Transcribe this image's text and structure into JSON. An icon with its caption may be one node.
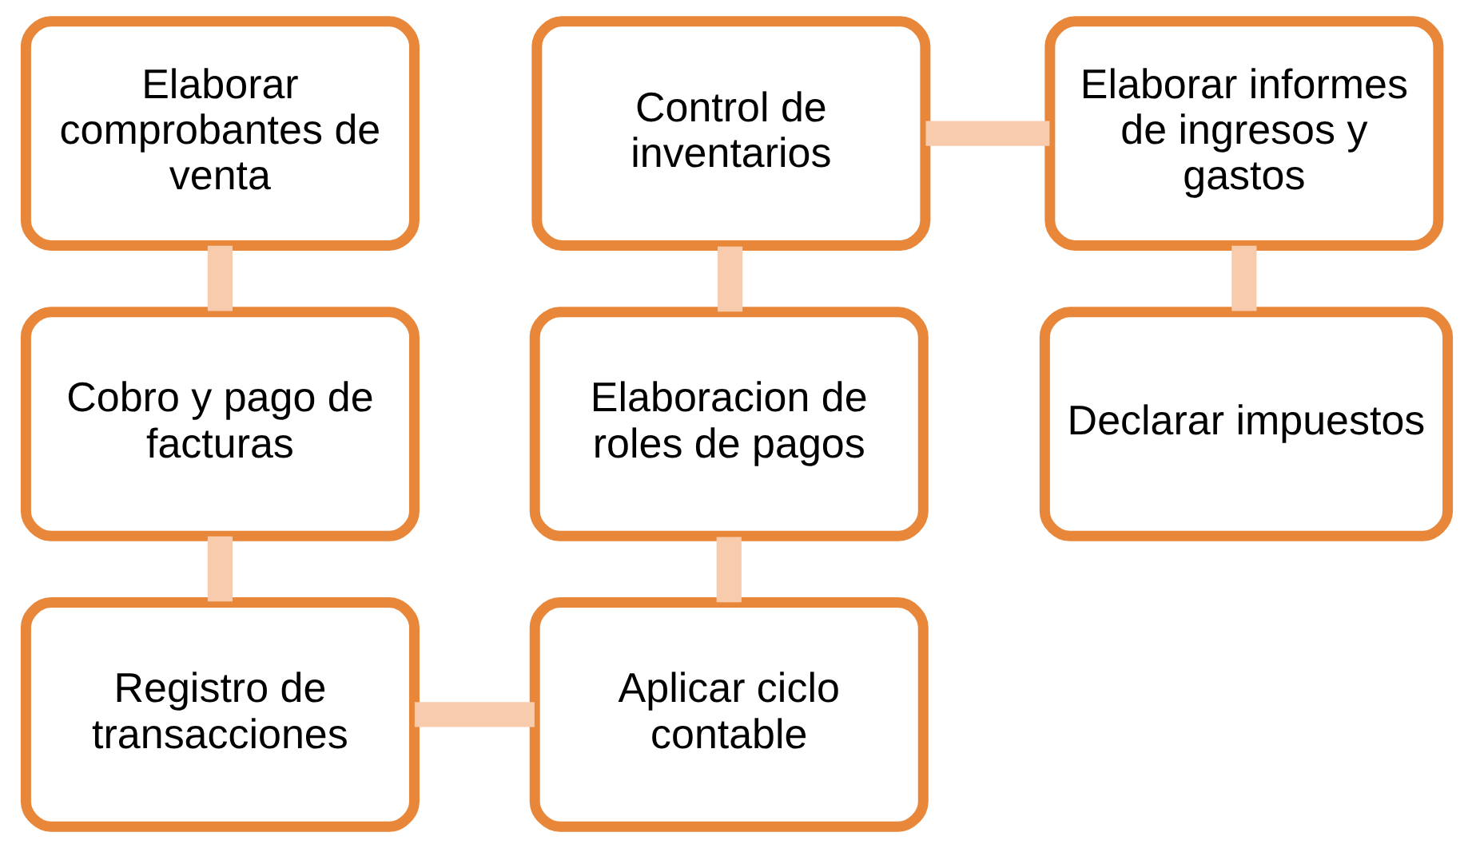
{
  "diagram": {
    "nodes": [
      {
        "text": [
          "Elaborar comprobantes de venta"
        ]
      },
      {
        "text": [
          "Cobro y pago de facturas"
        ]
      },
      {
        "text": [
          "Registro de transacciones"
        ]
      },
      {
        "text": [
          "Aplicar ciclo contable"
        ]
      },
      {
        "text": [
          "Elaboracion de roles de pagos"
        ]
      },
      {
        "text": [
          "Control de inventarios"
        ]
      },
      {
        "text": [
          "Elaborar informes de ingresos y gastos"
        ]
      },
      {
        "text": [
          "Declarar impuestos"
        ]
      }
    ],
    "edges": [
      {
        "from": 0,
        "to": 1,
        "arrow": "none"
      },
      {
        "from": 1,
        "to": 2,
        "arrow": "none"
      },
      {
        "from": 2,
        "to": 3,
        "arrow": "none"
      },
      {
        "from": 3,
        "to": 4,
        "arrow": "none"
      },
      {
        "from": 4,
        "to": 5,
        "arrow": "none"
      },
      {
        "from": 5,
        "to": 6,
        "arrow": "none"
      },
      {
        "from": 6,
        "to": 7,
        "arrow": "none"
      }
    ]
  }
}
